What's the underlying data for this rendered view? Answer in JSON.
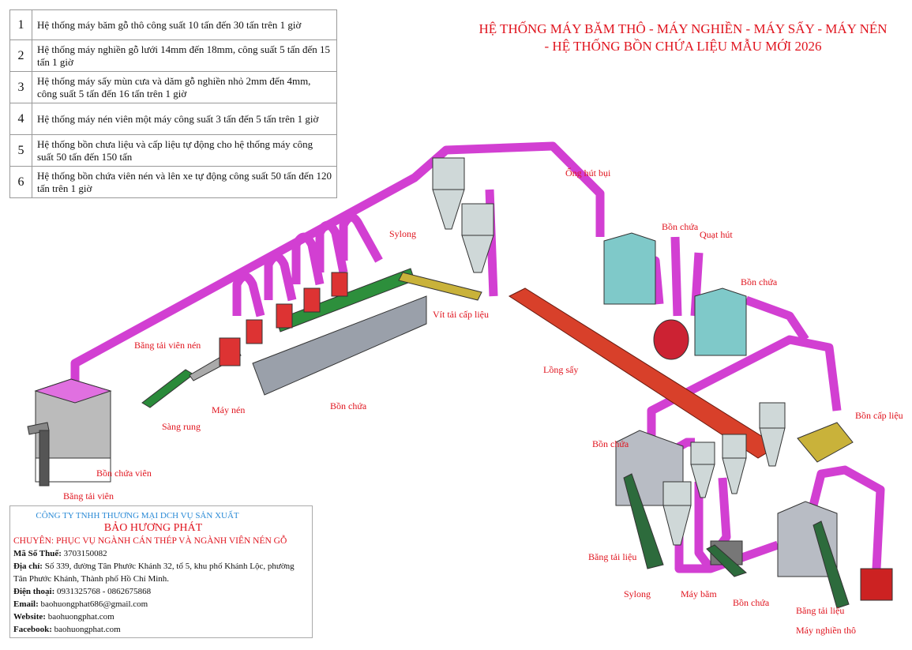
{
  "title": {
    "line1": "HỆ THỐNG MÁY BĂM THÔ - MÁY NGHIỀN - MÁY SẤY - MÁY NÉN",
    "line2": "- HỆ THỐNG BỒN CHỨA LIỆU MẪU MỚI 2026"
  },
  "table": [
    {
      "no": "1",
      "text": "Hệ thống máy băm gỗ thô công suất 10 tấn đến 30 tấn trên 1 giờ"
    },
    {
      "no": "2",
      "text": "Hệ thống máy nghiền gỗ lưới 14mm đến 18mm, công suất 5 tấn đến 15 tấn 1 giờ"
    },
    {
      "no": "3",
      "text": "Hệ thống máy sấy mùn cưa và dăm gỗ nghiền nhỏ 2mm đến 4mm, công suất 5 tấn đến 16 tấn trên 1 giờ"
    },
    {
      "no": "4",
      "text": "Hệ thống máy nén viên một máy công suất 3 tấn đến 5 tấn trên 1 giờ"
    },
    {
      "no": "5",
      "text": "Hệ thống bồn chưa liệu và cấp liệu tự động cho hệ thống máy công suất 50 tấn đến 150 tấn"
    },
    {
      "no": "6",
      "text": "Hệ thống bồn chứa viên nén và lên xe tự động công suất 50 tấn đến 120 tấn trên 1 giờ"
    }
  ],
  "company": {
    "line1": "CÔNG TY TNHH THƯƠNG MẠI DCH VỤ SẢN XUẤT",
    "name": "BẢO HƯƠNG PHÁT",
    "slogan": "CHUYÊN: PHỤC VỤ NGÀNH CÁN THÉP VÀ NGÀNH VIÊN NÉN GỖ",
    "tax_label": "Mã Số Thuế:",
    "tax": "3703150082",
    "address_label": "Địa chỉ:",
    "address": "Số 339, đường Tân Phước Khánh 32, tổ 5, khu phố Khánh Lộc, phường Tân Phước Khánh, Thành phố Hồ Chí Minh.",
    "phone_label": "Điện thoại:",
    "phone": "0931325768 - 0862675868",
    "email_label": "Email:",
    "email": "baohuongphat686@gmail.com",
    "website_label": "Website:",
    "website": "baohuongphat.com",
    "facebook_label": "Facebook:",
    "facebook": "baohuongphat.com"
  },
  "labels": {
    "ong_hut_bui": "Ống hút bụi",
    "sylong_top": "Sylong",
    "bon_chua_1": "Bồn chứa",
    "quat_hut": "Quạt hút",
    "bon_chua_2": "Bồn chứa",
    "vit_tai": "Vít tải cấp liệu",
    "bang_tai_vien_nen": "Băng tải viên nén",
    "long_say": "Lồng sấy",
    "may_nen": "Máy nén",
    "bon_chua_3": "Bồn chứa",
    "sang_rung": "Sàng rung",
    "bon_cap_lieu": "Bồn cấp liệu",
    "bon_chua_4": "Bồn chứa",
    "bon_chua_vien": "Bồn chứa viên",
    "bang_tai_vien": "Băng tải viên",
    "bang_tai_lieu_1": "Băng tải liệu",
    "sylong_bottom": "Sylong",
    "may_bam": "Máy băm",
    "bon_chua_5": "Bồn chứa",
    "bang_tai_lieu_2": "Băng tải liệu",
    "may_nghien_tho": "Máy nghiền thô"
  },
  "colors": {
    "pipe": "#d23fd2",
    "accent": "#e0141e",
    "dryer": "#d8402a",
    "machine": "#9aa0aa",
    "tank": "#7fc9c9"
  }
}
